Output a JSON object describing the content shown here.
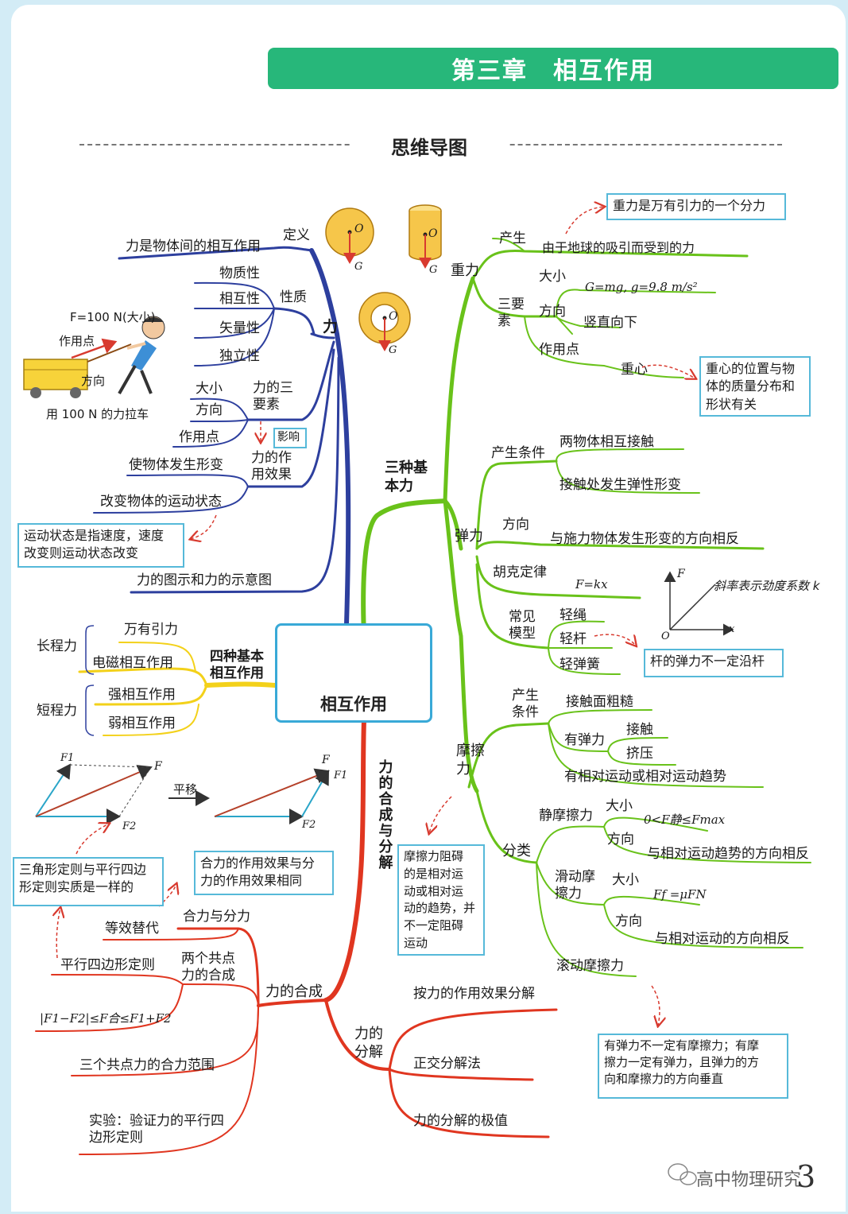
{
  "header": {
    "chapter_title": "第三章　相互作用",
    "subtitle": "思维导图"
  },
  "center": {
    "label": "相互作用"
  },
  "colors": {
    "title_band": "#27b77a",
    "force_branch": "#2d3f9e",
    "basic_forces_branch": "#69c21a",
    "four_interactions_branch": "#f3d11a",
    "composition_branch": "#e03620",
    "box_border": "#56b9d9",
    "dashed_arrow": "#d83a2f"
  },
  "force": {
    "label": "力",
    "definition": {
      "label": "定义",
      "text": "力是物体间的相互作用"
    },
    "properties": {
      "label": "性质",
      "items": [
        "物质性",
        "相互性",
        "矢量性",
        "独立性"
      ]
    },
    "cart": {
      "force_label": "F=100 N(大小)",
      "point_label": "作用点",
      "direction_label": "方向",
      "caption": "用 100 N 的力拉车"
    },
    "three_elements": {
      "label": "力的三\n要素",
      "items": [
        "大小",
        "方向",
        "作用点"
      ],
      "influence": "影响"
    },
    "effects": {
      "label": "力的作\n用效果",
      "items": [
        "使物体发生形变",
        "改变物体的运动状态"
      ]
    },
    "motion_note": "运动状态是指速度，速度\n改变则运动状态改变",
    "diagram_item": "力的图示和力的示意图"
  },
  "gravity_figures": {
    "point_label": "O",
    "force_label": "G"
  },
  "basic_forces": {
    "label": "三种基\n本力",
    "gravity": {
      "label": "重力",
      "origin": {
        "label": "产生",
        "text": "由于地球的吸引而受到的力"
      },
      "note": "重力是万有引力的一个分力",
      "elements_label": "三要\n素",
      "magnitude": {
        "label": "大小",
        "formula": "G=mg, g=9.8 m/s²"
      },
      "direction": {
        "label": "方向",
        "text": "竖直向下"
      },
      "point": {
        "label": "作用点",
        "center": "重心"
      },
      "center_note": "重心的位置与物\n体的质量分布和\n形状有关"
    },
    "elastic": {
      "label": "弹力",
      "conditions": {
        "label": "产生条件",
        "items": [
          "两物体相互接触",
          "接触处发生弹性形变"
        ]
      },
      "direction": {
        "label": "方向",
        "text": "与施力物体发生形变的方向相反"
      },
      "hooke": {
        "label": "胡克定律",
        "formula": "F=kx"
      },
      "graph": {
        "y_label": "F",
        "x_label": "x",
        "origin": "O",
        "note": "斜率表示劲度系数 k"
      },
      "models": {
        "label": "常见\n模型",
        "items": [
          "轻绳",
          "轻杆",
          "轻弹簧"
        ]
      },
      "rod_note": "杆的弹力不一定沿杆"
    },
    "friction": {
      "label": "摩擦\n力",
      "conditions": {
        "label": "产生\n条件",
        "rough": "接触面粗糙",
        "elastic": "有弹力",
        "contact": "接触",
        "squeeze": "挤压",
        "motion": "有相对运动或相对运动趋势"
      },
      "note_left": "摩擦力阻碍\n的是相对运\n动或相对运\n动的趋势，并\n不一定阻碍\n运动",
      "classification": {
        "label": "分类",
        "static": {
          "label": "静摩擦力",
          "magnitude_label": "大小",
          "magnitude": "0<F静≤Fmax",
          "direction_label": "方向",
          "direction": "与相对运动趋势的方向相反"
        },
        "sliding": {
          "label": "滑动摩\n擦力",
          "magnitude_label": "大小",
          "magnitude": "Ff =μFN",
          "direction_label": "方向",
          "direction": "与相对运动的方向相反"
        },
        "rolling": "滚动摩擦力"
      },
      "note_bottom": "有弹力不一定有摩擦力；有摩\n擦力一定有弹力，且弹力的方\n向和摩擦力的方向垂直"
    }
  },
  "four_interactions": {
    "label": "四种基本\n相互作用",
    "long_range": {
      "label": "长程力",
      "items": [
        "万有引力",
        "电磁相互作用"
      ]
    },
    "short_range": {
      "label": "短程力",
      "items": [
        "强相互作用",
        "弱相互作用"
      ]
    }
  },
  "composition": {
    "label": "力的合成与分解",
    "vector_figure": {
      "f1": "F1",
      "f2": "F2",
      "f": "F",
      "shift": "平移"
    },
    "triangle_note": "三角形定则与平行四边\n形定则实质是一样的",
    "effect_note": "合力的作用效果与分\n力的作用效果相同",
    "synthesis": {
      "label": "力的合成",
      "resultant": {
        "label": "合力与分力",
        "method": "等效替代"
      },
      "two_forces": {
        "label": "两个共点\n力的合成",
        "rule": "平行四边形定则",
        "range": "|F1−F2|≤F合≤F1+F2"
      },
      "three_forces": "三个共点力的合力范围",
      "experiment": "实验：验证力的平行四\n边形定则"
    },
    "decomposition": {
      "label": "力的\n分解",
      "items": [
        "按力的作用效果分解",
        "正交分解法",
        "力的分解的极值"
      ]
    }
  },
  "footer": {
    "account": "高中物理研究",
    "page_number": "3"
  }
}
